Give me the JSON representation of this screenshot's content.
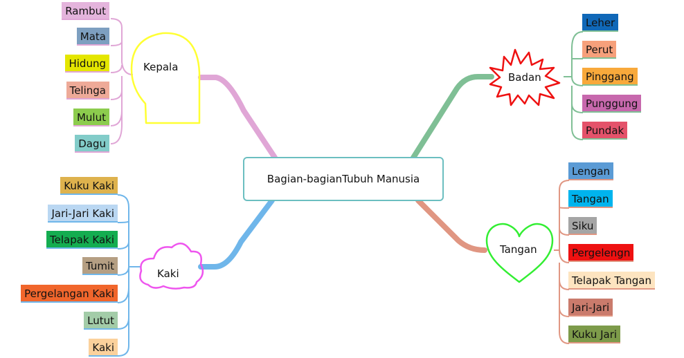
{
  "center": {
    "title": "Bagian-bagianTubuh Manusia"
  },
  "branches": {
    "kepala": {
      "label": "Kepala",
      "items": [
        "Rambut",
        "Mata",
        "Hidung",
        "Telinga",
        "Mulut",
        "Dagu"
      ],
      "colors": [
        "#e4b4dc",
        "#7d9fc0",
        "#e4e600",
        "#eeaa98",
        "#8ccc4d",
        "#82ccc9"
      ],
      "line_color": "#e0a6d6",
      "shape_color": "#ffff33"
    },
    "kaki": {
      "label": "Kaki",
      "items": [
        "Kuku Kaki",
        "Jari-Jari Kaki",
        "Telapak Kaki",
        "Tumit",
        "Pergelangan Kaki",
        "Lutut",
        "Kaki"
      ],
      "colors": [
        "#deb24d",
        "#bad7f2",
        "#14ad50",
        "#b59f83",
        "#f1662c",
        "#a3cca8",
        "#fbd19c"
      ],
      "line_color": "#6fb6ea",
      "shape_color": "#ee55ee"
    },
    "badan": {
      "label": "Badan",
      "items": [
        "Leher",
        "Perut",
        "Pinggang",
        "Punggung",
        "Pundak"
      ],
      "colors": [
        "#1068b8",
        "#f6a07b",
        "#f8a93b",
        "#c768ad",
        "#e4526a"
      ],
      "line_color": "#7fbf95",
      "shape_color": "#ee1111"
    },
    "tangan": {
      "label": "Tangan",
      "items": [
        "Lengan",
        "Tangan",
        "Siku",
        "Pergelengn",
        "Telapak Tangan",
        "Jari-Jari",
        "Kuku Jari"
      ],
      "colors": [
        "#5b9bd5",
        "#00b4ee",
        "#a5a5a5",
        "#ee1111",
        "#fde4c0",
        "#ca7b6c",
        "#7d9b4a"
      ],
      "line_color": "#e09682",
      "shape_color": "#33ee33"
    }
  }
}
